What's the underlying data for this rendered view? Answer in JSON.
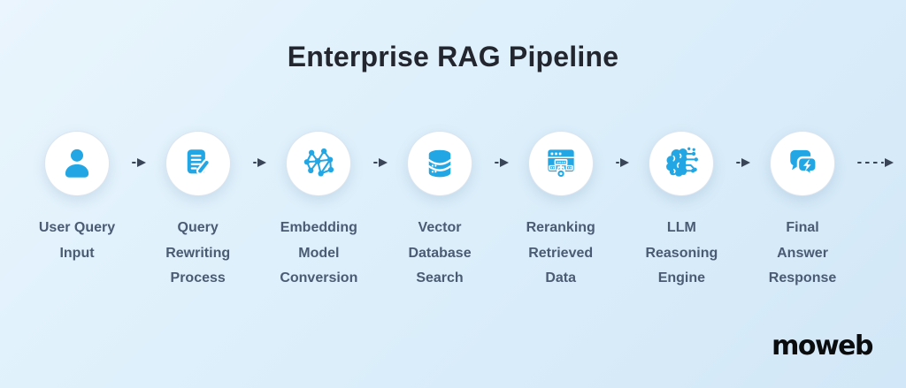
{
  "title": "Enterprise RAG Pipeline",
  "logo_text": "moweb",
  "colors": {
    "background_top_left": "#eaf5fd",
    "background_bottom_right": "#d2e7f7",
    "icon_blue": "#23a7e4",
    "circle_fill": "#ffffff",
    "label_text": "#4a5b73",
    "title_text": "#23262e",
    "arrow": "#3a4558",
    "logo_text_color": "#0b0c0e"
  },
  "pipeline": {
    "flow_direction": "left-to-right",
    "connector_style": "dashed-arrow",
    "steps": [
      {
        "icon": "user-icon",
        "label": "User Query\nInput"
      },
      {
        "icon": "document-edit-icon",
        "label": "Query\nRewriting\nProcess"
      },
      {
        "icon": "network-graph-icon",
        "label": "Embedding\nModel\nConversion"
      },
      {
        "icon": "database-icon",
        "label": "Vector\nDatabase\nSearch"
      },
      {
        "icon": "window-gear-icon",
        "label": "Reranking\nRetrieved\nData"
      },
      {
        "icon": "brain-circuit-icon",
        "label": "LLM\nReasoning\nEngine"
      },
      {
        "icon": "chat-bolt-icon",
        "label": "Final\nAnswer\nResponse"
      }
    ]
  }
}
